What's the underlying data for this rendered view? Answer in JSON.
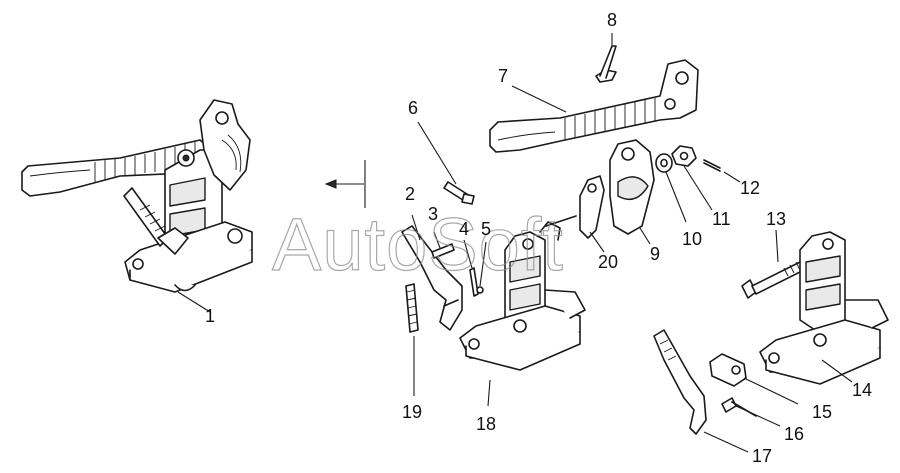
{
  "watermark": "AutoSoft",
  "colors": {
    "line": "#1a1a1a",
    "background": "#ffffff",
    "watermark": "#8c8c8c"
  },
  "callouts": {
    "c1": "1",
    "c2": "2",
    "c3": "3",
    "c4": "4",
    "c5": "5",
    "c6": "6",
    "c7": "7",
    "c8": "8",
    "c9": "9",
    "c10": "10",
    "c11": "11",
    "c12": "12",
    "c13": "13",
    "c14": "14",
    "c15": "15",
    "c16": "16",
    "c17": "17",
    "c18": "18",
    "c19": "19",
    "c20": "20"
  }
}
